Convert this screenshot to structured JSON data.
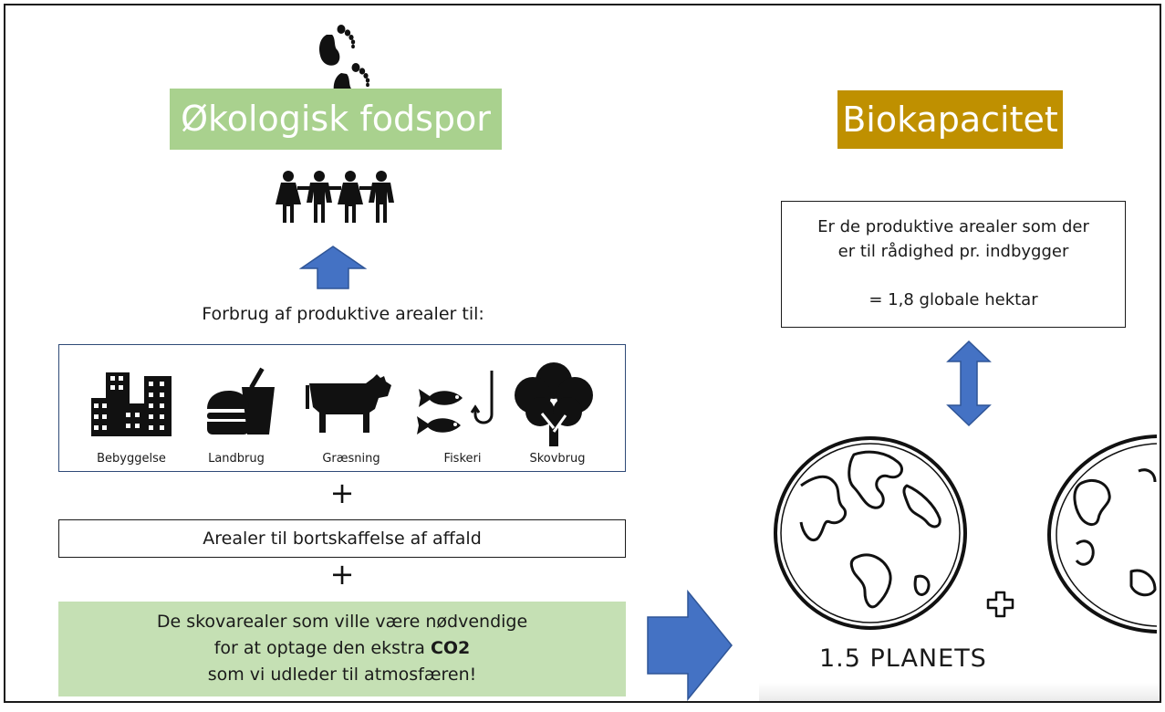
{
  "left": {
    "title": "Økologisk fodspor",
    "subtitle": "Forbrug af produktive arealer til:",
    "categories": [
      {
        "label": "Bebyggelse",
        "icon": "buildings-icon"
      },
      {
        "label": "Landbrug",
        "icon": "fastfood-icon"
      },
      {
        "label": "Græsning",
        "icon": "cow-icon"
      },
      {
        "label": "Fiskeri",
        "icon": "fish-hook-icon"
      },
      {
        "label": "Skovbrug",
        "icon": "tree-icon"
      }
    ],
    "plus_sign": "+",
    "waste_text": "Arealer til bortskaffelse af affald",
    "co2": {
      "line1": "De skovarealer som ville være nødvendige",
      "line2_prefix": "for at optage den ekstra ",
      "line2_bold": "CO2",
      "line3": "som vi udleder til atmosfæren!"
    }
  },
  "right": {
    "title": "Biokapacitet",
    "definition_line1": "Er de produktive arealer som der",
    "definition_line2": "er til rådighed pr. indbygger",
    "definition_value": "= 1,8 globale hektar",
    "planets_label": "1.5 PLANETS"
  },
  "colors": {
    "green_title": "#a9d18e",
    "gold_title": "#bf9000",
    "light_green_box": "#c5e0b4",
    "arrow_blue": "#4472c4",
    "box_border": "#2f4a77"
  }
}
